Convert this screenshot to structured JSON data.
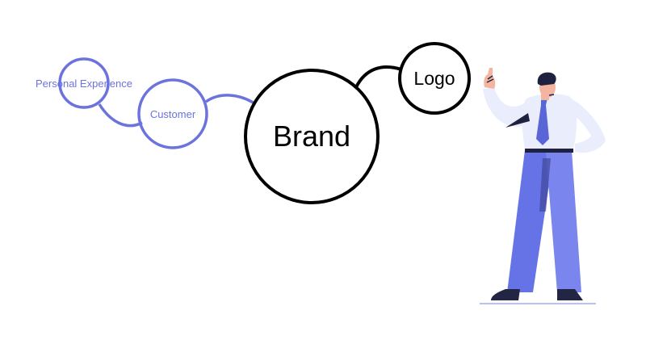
{
  "diagram": {
    "nodes": {
      "brand": {
        "label": "Brand"
      },
      "logo": {
        "label": "Logo"
      },
      "customer": {
        "label": "Customer"
      },
      "personal_experience": {
        "label": "Personal Experience"
      }
    },
    "edges": [
      {
        "from": "brand",
        "to": "logo"
      },
      {
        "from": "brand",
        "to": "customer"
      },
      {
        "from": "customer",
        "to": "personal_experience"
      }
    ]
  },
  "colors": {
    "primary_stroke": "#000000",
    "secondary_stroke": "#6b73dd",
    "shirt": "#e9edfc",
    "pants": "#6673e6",
    "tie": "#5a66d8",
    "hair": "#1e2140",
    "skin": "#f3b5a0",
    "shoes": "#232642"
  },
  "illustration": {
    "icon": "businessman-pointing-illustration"
  }
}
